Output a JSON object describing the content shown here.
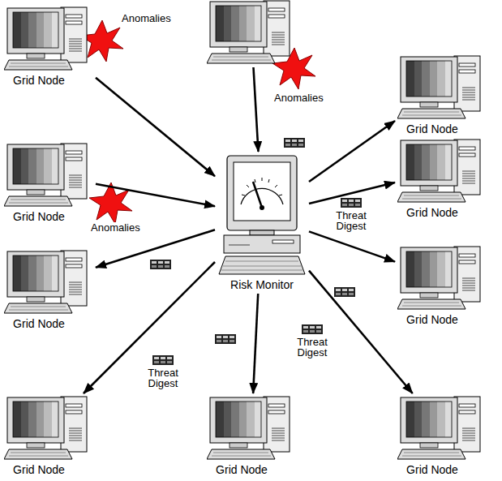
{
  "diagram": {
    "nodes": [
      {
        "text": [
          "Grid Node"
        ]
      },
      {
        "text": []
      },
      {
        "text": [
          "Grid Node"
        ]
      },
      {
        "text": [
          "Grid Node"
        ]
      },
      {
        "text": [
          "Risk Monitor"
        ]
      },
      {
        "text": [
          "Grid Node"
        ]
      },
      {
        "text": [
          "Grid Node"
        ]
      },
      {
        "text": [
          "Grid Node"
        ]
      },
      {
        "text": [
          "Grid Node"
        ]
      },
      {
        "text": [
          "Grid Node"
        ]
      },
      {
        "text": [
          "Grid Node"
        ]
      }
    ],
    "edges": [
      {
        "from": 0,
        "to": 4,
        "arrow": "to",
        "label": "Anomalies"
      },
      {
        "from": 1,
        "to": 4,
        "arrow": "to",
        "label": "Anomalies"
      },
      {
        "from": 3,
        "to": 4,
        "arrow": "to",
        "label": "Anomalies"
      },
      {
        "from": 4,
        "to": 2,
        "arrow": "to"
      },
      {
        "from": 4,
        "to": 5,
        "arrow": "to",
        "label": "Threat Digest"
      },
      {
        "from": 4,
        "to": 7,
        "arrow": "to"
      },
      {
        "from": 4,
        "to": 6,
        "arrow": "to"
      },
      {
        "from": 4,
        "to": 8,
        "arrow": "to",
        "label": "Threat Digest"
      },
      {
        "from": 4,
        "to": 9,
        "arrow": "to"
      },
      {
        "from": 4,
        "to": 10,
        "arrow": "to",
        "label": "Threat Digest"
      }
    ]
  }
}
